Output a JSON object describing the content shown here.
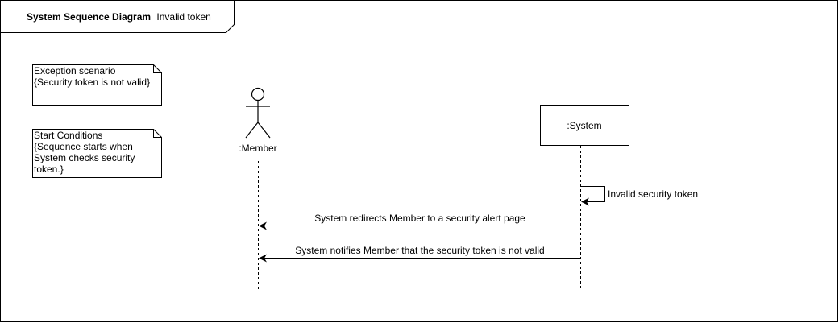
{
  "frame": {
    "title_bold": "System Sequence Diagram",
    "title_rest": "Invalid token"
  },
  "notes": [
    {
      "lines": [
        "Exception scenario",
        "{Security token is not valid}"
      ]
    },
    {
      "lines": [
        "Start Conditions",
        "{Sequence starts when",
        "System checks security",
        "token.}"
      ]
    }
  ],
  "participants": {
    "member": ":Member",
    "system": ":System"
  },
  "messages": {
    "self_message": "Invalid security token",
    "redirect": "System redirects Member to a security alert page",
    "notify": "System notifies Member that the security token is not valid"
  }
}
